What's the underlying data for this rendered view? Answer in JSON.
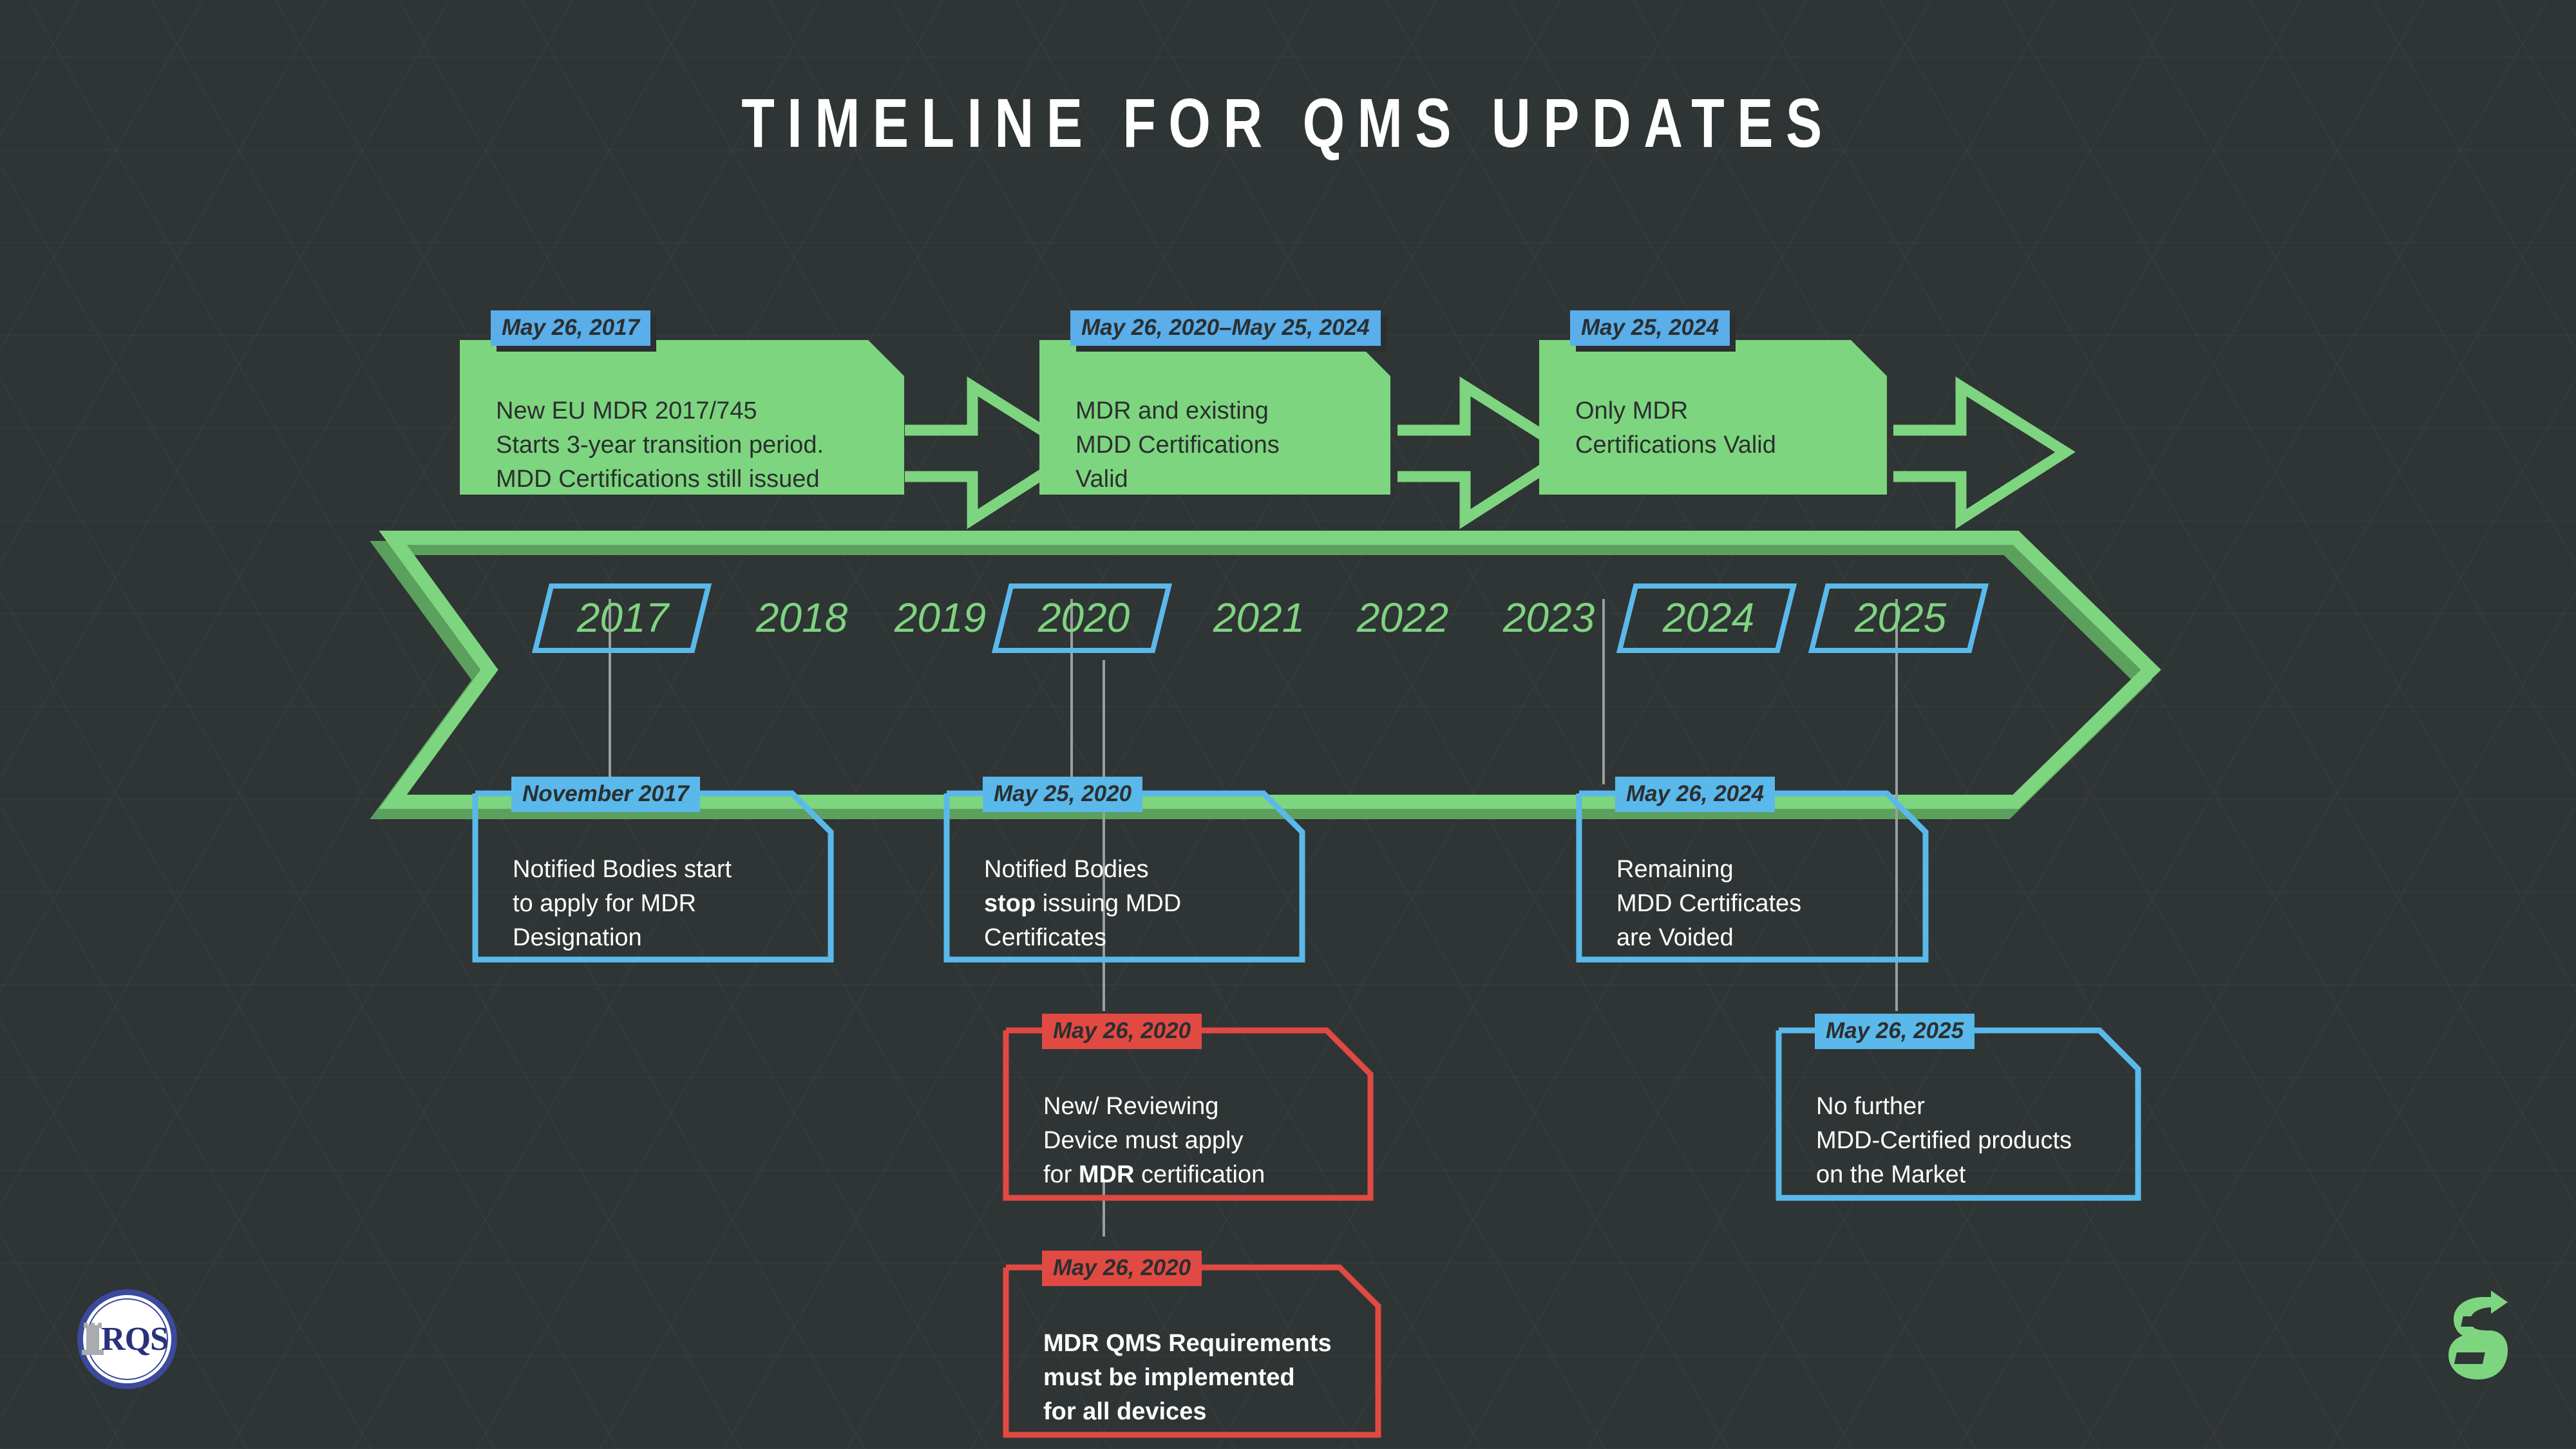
{
  "page": {
    "title": "TIMELINE FOR QMS UPDATES",
    "background_color": "#2f3435",
    "accent_green": "#7ed57f",
    "accent_blue": "#5ab9ea",
    "accent_red": "#e04a43",
    "title_color": "#ffffff"
  },
  "timeline": {
    "years": [
      {
        "label": "2017",
        "highlighted": true
      },
      {
        "label": "2018",
        "highlighted": false
      },
      {
        "label": "2019",
        "highlighted": false
      },
      {
        "label": "2020",
        "highlighted": true
      },
      {
        "label": "2021",
        "highlighted": false
      },
      {
        "label": "2022",
        "highlighted": false
      },
      {
        "label": "2023",
        "highlighted": false
      },
      {
        "label": "2024",
        "highlighted": true
      },
      {
        "label": "2025",
        "highlighted": true
      }
    ]
  },
  "cards_above": [
    {
      "date": "May 26, 2017",
      "text": "New EU MDR 2017/745\nStarts 3-year transition period.\nMDD Certifications still issued",
      "color": "green"
    },
    {
      "date": "May 26, 2020–May 25, 2024",
      "text": "MDR and existing\nMDD Certifications\nValid",
      "color": "green"
    },
    {
      "date": "May 25, 2024",
      "text": "Only MDR\nCertifications Valid",
      "color": "green"
    }
  ],
  "cards_below": [
    {
      "date": "November 2017",
      "text_parts": [
        {
          "t": "Notified Bodies start\nto apply for MDR\nDesignation",
          "b": false
        }
      ],
      "color": "blue"
    },
    {
      "date": "May 25, 2020",
      "text_parts": [
        {
          "t": "Notified Bodies\n",
          "b": false
        },
        {
          "t": "stop",
          "b": true
        },
        {
          "t": " issuing MDD\nCertificates",
          "b": false
        }
      ],
      "color": "blue"
    },
    {
      "date": "May 26, 2024",
      "text_parts": [
        {
          "t": "Remaining\nMDD Certificates\nare Voided",
          "b": false
        }
      ],
      "color": "blue"
    },
    {
      "date": "May 26, 2020",
      "text_parts": [
        {
          "t": "New/ Reviewing\nDevice must apply\nfor ",
          "b": false
        },
        {
          "t": "MDR",
          "b": true
        },
        {
          "t": " certification",
          "b": false
        }
      ],
      "color": "red"
    },
    {
      "date": "May 26, 2025",
      "text_parts": [
        {
          "t": "No further\nMDD-Certified products\non the Market",
          "b": false
        }
      ],
      "color": "blue"
    },
    {
      "date": "May 26, 2020",
      "text_parts": [
        {
          "t": "MDR QMS Requirements\nmust be implemented\nfor all devices",
          "b": true
        }
      ],
      "color": "red"
    }
  ],
  "logos": {
    "rqs": "RQS",
    "greenlight": "g"
  }
}
